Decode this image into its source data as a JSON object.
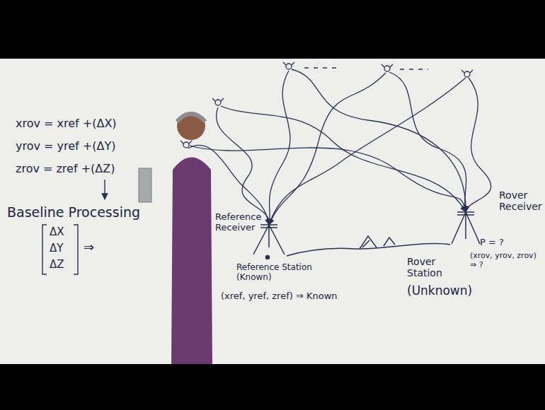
{
  "diagram": {
    "labels": [
      "xrov = xref +(ΔX)",
      "yrov = yref +(ΔY)",
      "zrov = zref +(ΔZ)",
      "Baseline Processing",
      "ΔX",
      "ΔY",
      "ΔZ",
      "⇒",
      "Reference Receiver",
      "Reference Station (Known)",
      "(xref, yref, zref) ⇒ Known",
      "Rover Receiver",
      "P = ?",
      "(xrov, yrov, zrov) ⇒ ?",
      "Rover Station",
      "(Unknown)"
    ]
  }
}
